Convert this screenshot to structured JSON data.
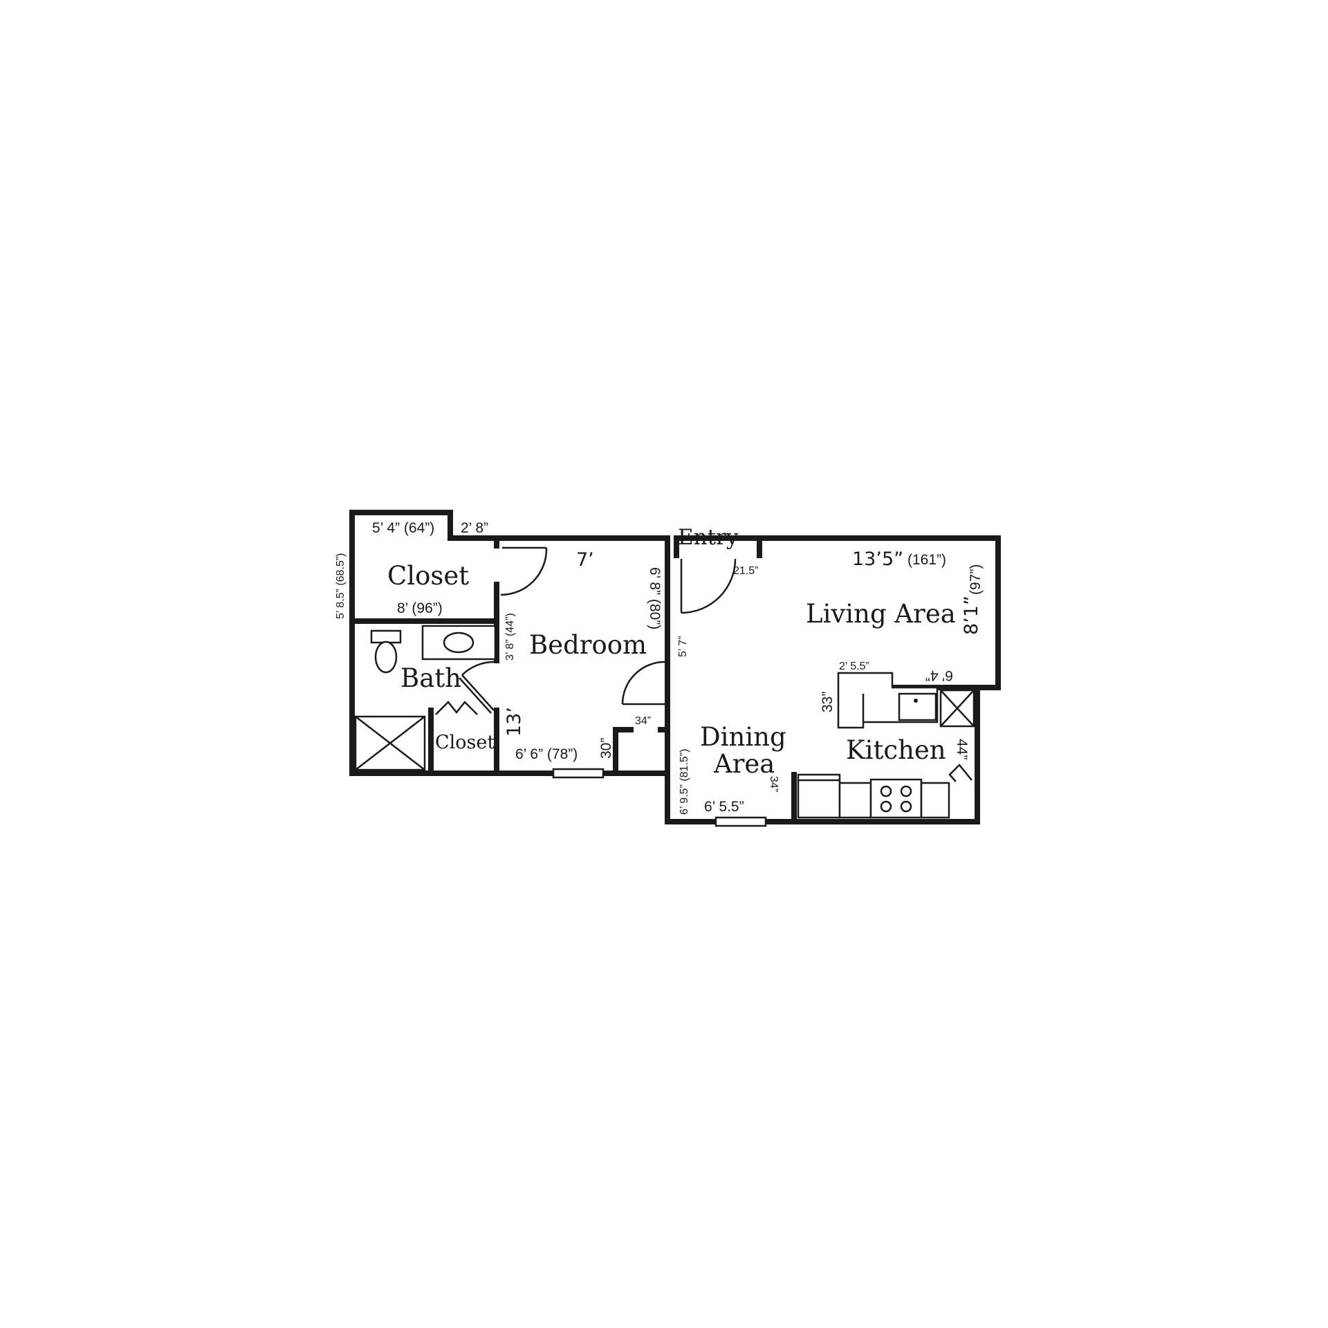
{
  "rooms": {
    "closet_top": "Closet",
    "bedroom": "Bedroom",
    "bath": "Bath",
    "closet_small": "Closet",
    "entry": "Entry",
    "living": "Living Area",
    "dining_line1": "Dining",
    "dining_line2": "Area",
    "kitchen": "Kitchen"
  },
  "dimensions": {
    "closet_width": "5’ 4” (64”)",
    "closet_jog": "2’ 8”",
    "closet_depth": "5’ 8.5” (68.5”)",
    "closet_inner": "8’ (96”)",
    "bedroom_width": "7’",
    "bedroom_right": "6’ 8” (80”)",
    "bedroom_left": "3’ 8” (44”)",
    "bedroom_depth": "13’",
    "bedroom_bottom": "6’ 6” (78”)",
    "bedroom_niche": "30”",
    "niche_width": "34”",
    "entry_door": "21.5”",
    "entry_wall": "5’ 7”",
    "living_width": "13’5”",
    "living_width_in": "(161”)",
    "living_depth": "8’1”",
    "living_depth_in": "(97”)",
    "counter_width": "2’ 5.5”",
    "counter_depth": "33”",
    "kitchen_top": "6’ 4”",
    "kitchen_right": "44”",
    "kitchen_left": "34”",
    "dining_wall": "6’ 9.5” (81.5”)",
    "dining_bottom": "6’ 5.5”"
  }
}
